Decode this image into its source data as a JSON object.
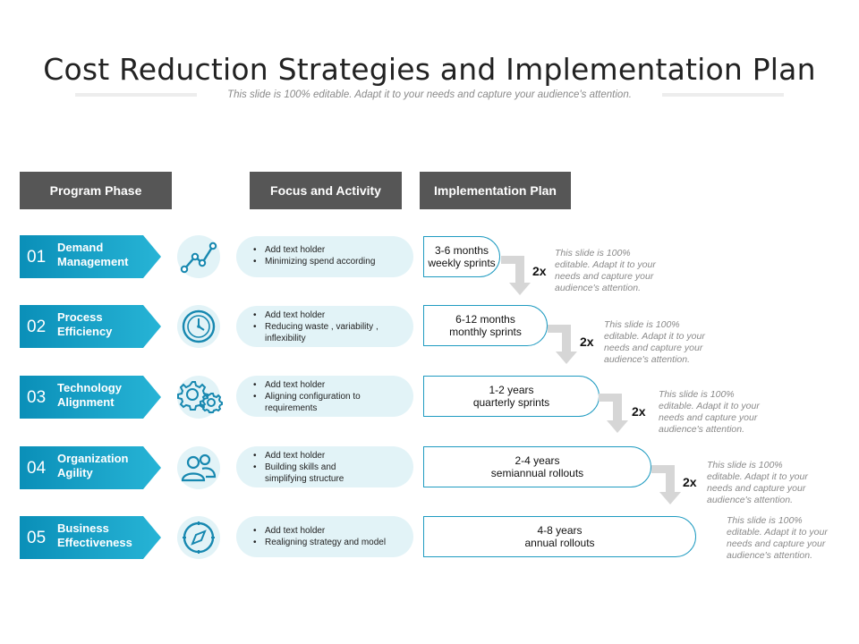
{
  "title": "Cost Reduction Strategies and Implementation Plan",
  "subtitle": "This slide is 100% editable. Adapt it to your needs and capture your audience's attention.",
  "headers": {
    "program_phase": "Program Phase",
    "focus_activity": "Focus and Activity",
    "implementation_plan": "Implementation Plan"
  },
  "colors": {
    "accent": "#1a9cc5",
    "accent_light": "#e2f3f7",
    "header_bg": "#565656",
    "arrow": "#d6d6d6"
  },
  "rows": [
    {
      "num": "01",
      "name": "Demand Management",
      "icon": "growth-chart-icon",
      "activities": [
        "Add text holder",
        "Minimizing spend according"
      ],
      "plan_line1": "3-6 months",
      "plan_line2": "weekly sprints",
      "multiplier": "2x",
      "note": "This slide is 100% editable. Adapt it to your needs and capture your audience's attention."
    },
    {
      "num": "02",
      "name": "Process Efficiency",
      "icon": "clock-icon",
      "activities": [
        "Add text holder",
        "Reducing waste , variability , inflexibility"
      ],
      "plan_line1": "6-12 months",
      "plan_line2": "monthly sprints",
      "multiplier": "2x",
      "note": "This slide is 100% editable. Adapt it to your needs and capture your audience's attention."
    },
    {
      "num": "03",
      "name": "Technology Alignment",
      "icon": "gears-icon",
      "activities": [
        "Add text holder",
        "Aligning configuration to requirements"
      ],
      "plan_line1": "1-2 years",
      "plan_line2": "quarterly sprints",
      "multiplier": "2x",
      "note": "This slide is 100% editable. Adapt it to your needs and capture your audience's attention."
    },
    {
      "num": "04",
      "name": "Organization Agility",
      "icon": "team-icon",
      "activities": [
        "Add text holder",
        "Building skills and simplifying structure"
      ],
      "plan_line1": "2-4 years",
      "plan_line2": "semiannual rollouts",
      "multiplier": "2x",
      "note": "This slide is 100% editable. Adapt it to your needs and capture your audience's attention."
    },
    {
      "num": "05",
      "name": "Business Effectiveness",
      "icon": "compass-icon",
      "activities": [
        "Add text holder",
        "Realigning strategy and model"
      ],
      "plan_line1": "4-8 years",
      "plan_line2": "annual rollouts",
      "note": "This slide is 100% editable. Adapt it to your needs and capture your audience's attention."
    }
  ]
}
